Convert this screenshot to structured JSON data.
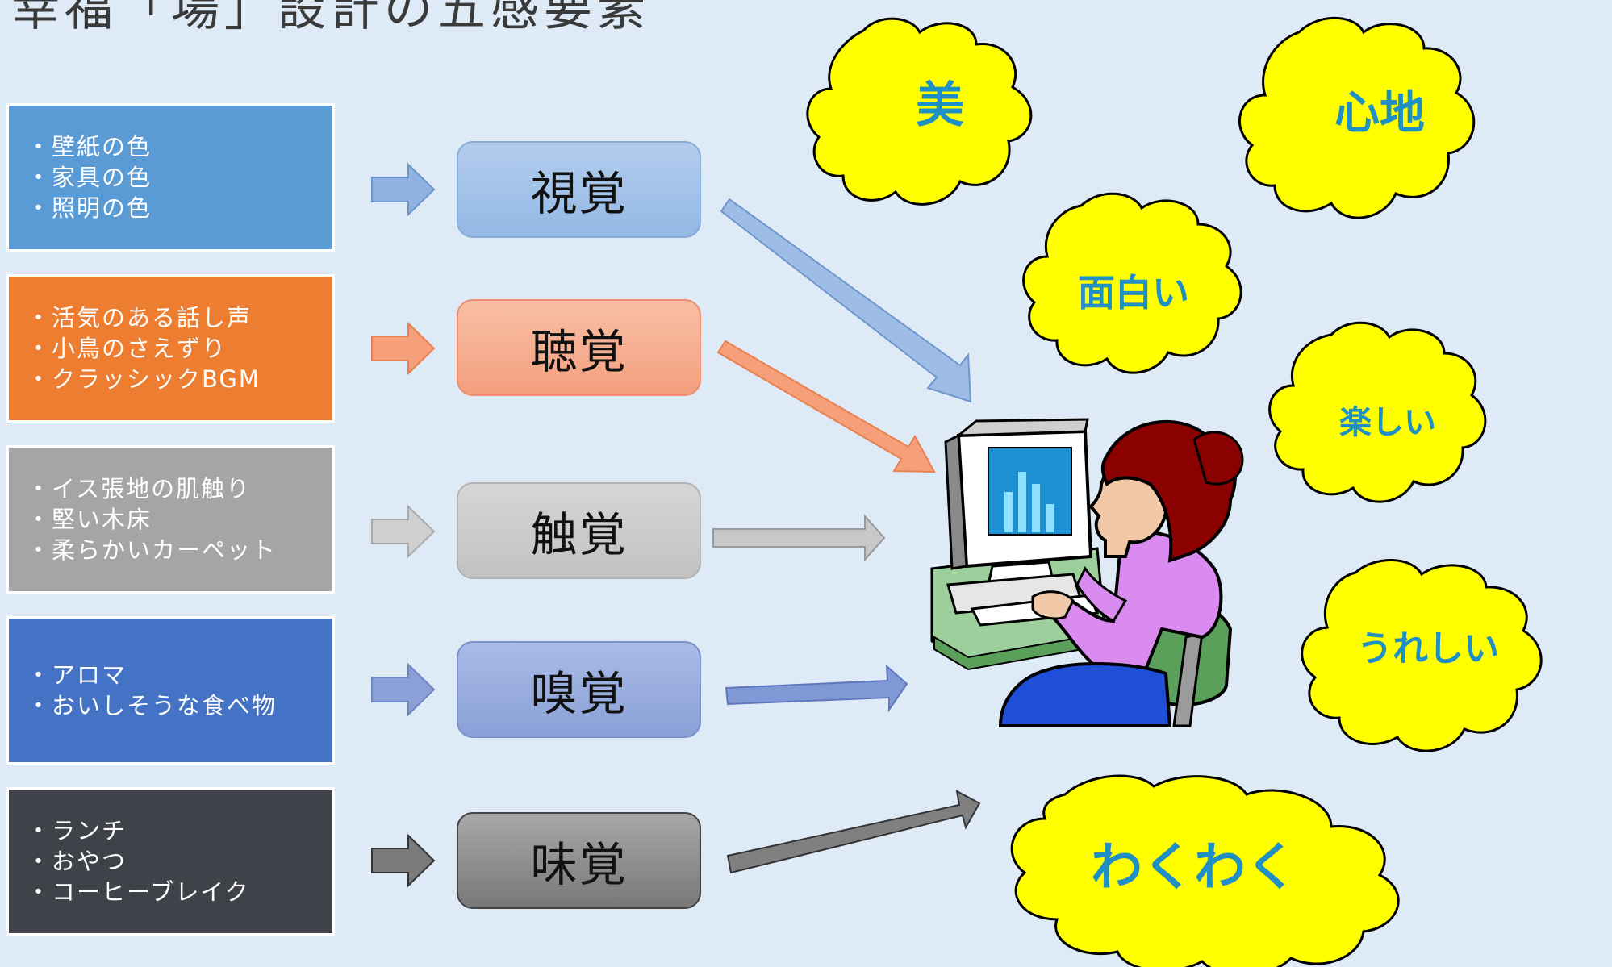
{
  "title": "幸福「場」設計の五感要素",
  "senses": [
    {
      "label": "視覚",
      "items": [
        "・壁紙の色",
        "・家具の色",
        "・照明の色"
      ],
      "color": "#5b9bd5",
      "label_color": "#a3c3e8"
    },
    {
      "label": "聴覚",
      "items": [
        "・活気のある話し声",
        "・小鳥のさえずり",
        "・クラッシックBGM"
      ],
      "color": "#ed7d31",
      "label_color": "#f6aa8c"
    },
    {
      "label": "触覚",
      "items": [
        "・イス張地の肌触り",
        "・堅い木床",
        "・柔らかいカーペット"
      ],
      "color": "#a5a5a5",
      "label_color": "#cbcbcb"
    },
    {
      "label": "嗅覚",
      "items": [
        "・アロマ",
        "・おいしそうな食べ物"
      ],
      "color": "#4472c4",
      "label_color": "#93a8dc"
    },
    {
      "label": "味覚",
      "items": [
        "・ランチ",
        "・おやつ",
        "・コーヒーブレイク"
      ],
      "color": "#3f4349",
      "label_color": "#8a8a8a"
    }
  ],
  "feelings": [
    "美",
    "心地",
    "面白い",
    "楽しい",
    "うれしい",
    "わくわく"
  ],
  "cloud_color": "#ffff00",
  "text_accent": "#1f8fc4"
}
